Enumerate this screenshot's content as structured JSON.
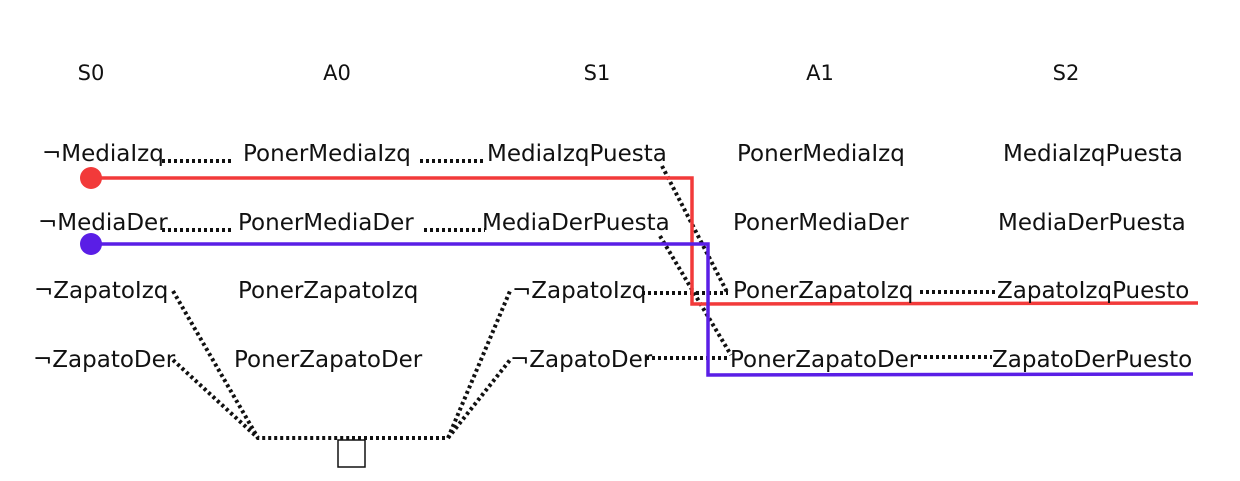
{
  "headers": {
    "s0": "S0",
    "a0": "A0",
    "s1": "S1",
    "a1": "A1",
    "s2": "S2"
  },
  "s0": {
    "media_izq": "¬MediaIzq",
    "media_der": "¬MediaDer",
    "zapato_izq": "¬ZapatoIzq",
    "zapato_der": "¬ZapatoDer"
  },
  "a0": {
    "poner_media_izq": "PonerMediaIzq",
    "poner_media_der": "PonerMediaDer",
    "poner_zapato_izq": "PonerZapatoIzq",
    "poner_zapato_der": "PonerZapatoDer"
  },
  "s1": {
    "media_izq_puesta": "MediaIzqPuesta",
    "media_der_puesta": "MediaDerPuesta",
    "zapato_izq": "¬ZapatoIzq",
    "zapato_der": "¬ZapatoDer"
  },
  "a1": {
    "poner_media_izq": "PonerMediaIzq",
    "poner_media_der": "PonerMediaDer",
    "poner_zapato_izq": "PonerZapatoIzq",
    "poner_zapato_der": "PonerZapatoDer"
  },
  "s2": {
    "media_izq_puesta": "MediaIzqPuesta",
    "media_der_puesta": "MediaDerPuesta",
    "zapato_izq_puesto": "ZapatoIzqPuesto",
    "zapato_der_puesto": "ZapatoDerPuesto"
  },
  "colors": {
    "path_left": "#f23a3a",
    "path_right": "#5a1ee6",
    "link": "#111111"
  }
}
